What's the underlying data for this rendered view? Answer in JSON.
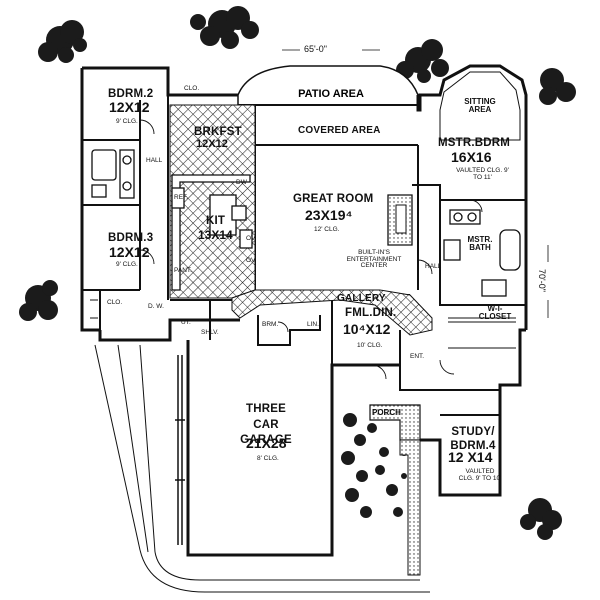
{
  "dimensions": {
    "width": "65'-0\"",
    "depth": "70'-0\""
  },
  "rooms": [
    {
      "id": "patio",
      "name": "PATIO AREA",
      "size": "",
      "note": ""
    },
    {
      "id": "covered",
      "name": "COVERED AREA",
      "size": "",
      "note": ""
    },
    {
      "id": "bdrm2",
      "name": "BDRM.2",
      "size": "12X12",
      "note": "9' CLG."
    },
    {
      "id": "bdrm3",
      "name": "BDRM.3",
      "size": "12X12",
      "note": "9' CLG."
    },
    {
      "id": "brkfst",
      "name": "BRKFST",
      "size": "12X12",
      "note": ""
    },
    {
      "id": "kit",
      "name": "KIT",
      "size": "13X14",
      "note": ""
    },
    {
      "id": "great",
      "name": "GREAT ROOM",
      "size": "23X19⁴",
      "note": "12' CLG."
    },
    {
      "id": "sitting",
      "name": "SITTING AREA",
      "size": "",
      "note": ""
    },
    {
      "id": "mstr",
      "name": "MSTR.BDRM",
      "size": "16X16",
      "note": "VAULTED CLG. 9' TO 11'"
    },
    {
      "id": "mbath",
      "name": "MSTR. BATH",
      "size": "",
      "note": ""
    },
    {
      "id": "closet",
      "name": "W-I- CLOSET",
      "size": "",
      "note": ""
    },
    {
      "id": "gallery",
      "name": "GALLERY",
      "size": "",
      "note": ""
    },
    {
      "id": "fml",
      "name": "FML.DIN.",
      "size": "10⁴X12",
      "note": "10' CLG."
    },
    {
      "id": "garage",
      "name": "THREE CAR GARAGE",
      "size": "21X28",
      "note": "8' CLG."
    },
    {
      "id": "study",
      "name": "STUDY/ BDRM.4",
      "size": "12 X14",
      "note": "VAULTED CLG. 9' TO 10'"
    },
    {
      "id": "porch",
      "name": "PORCH",
      "size": "",
      "note": ""
    }
  ],
  "small_labels": {
    "clo": "CLO.",
    "hall": "HALL",
    "pant": "PANT.",
    "ref": "REF.",
    "ov": "OV.",
    "dw": "DW",
    "entertainment": "BUILT-IN'S ENTERTAINMENT CENTER",
    "ut": "UT.",
    "lin": "LIN.",
    "wdw": "D. W.",
    "shlv": "SHLV.",
    "bbrm": "BRM.",
    "ent": "ENT."
  },
  "colors": {
    "line": "#111111",
    "background": "#ffffff",
    "tile": "#2a2a2a",
    "foliage": "#1a1a1a"
  }
}
